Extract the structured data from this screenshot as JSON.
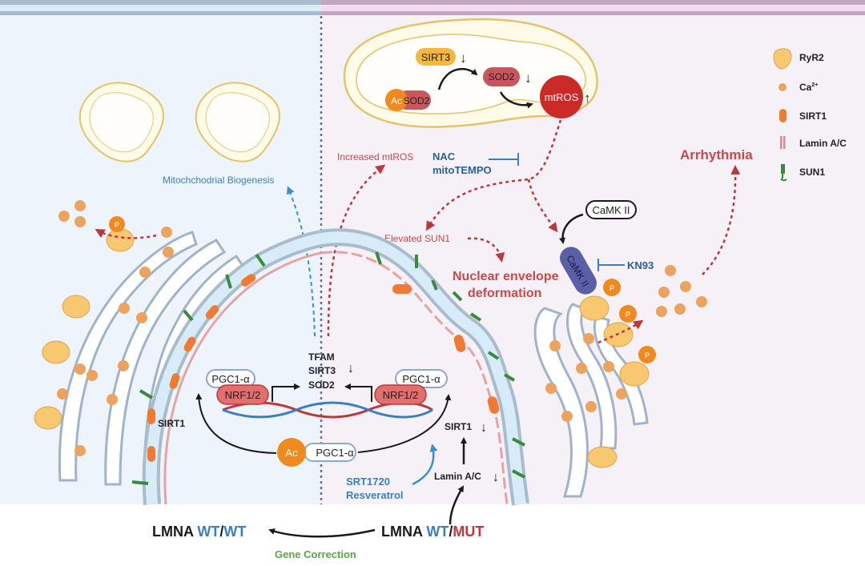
{
  "colors": {
    "wt_blue": "#3a7fc1",
    "mut_red": "#c0363a",
    "annotation_red": "#c94a4a",
    "inhibitor_blue": "#2a5f97",
    "gene_correction_green": "#5aa845",
    "left_panel_bg": "#eef4fb",
    "right_panel_bg": "#f6f0f7",
    "mito_fill": "#fffbe8",
    "mito_stroke": "#e3c46a",
    "calcium": "#eba35e",
    "sirt1": "#f07a32",
    "camk": "#5b5fa8"
  },
  "legend": {
    "items": [
      {
        "icon": "ryr2-icon",
        "label": "RyR2"
      },
      {
        "icon": "calcium-icon",
        "label": "Ca",
        "superscript": "2+"
      },
      {
        "icon": "sirt1-icon",
        "label": "SIRT1"
      },
      {
        "icon": "lamin-icon",
        "label": "Lamin A/C"
      },
      {
        "icon": "sun1-icon",
        "label": "SUN1"
      }
    ]
  },
  "mitochondrion": {
    "sirt3": "SIRT3",
    "sod2": "SOD2",
    "ac": "Ac",
    "ac_sod2": "SOD2",
    "mtros": "mtROS",
    "down_arrow": "↓",
    "up_arrow": "↑"
  },
  "labels": {
    "mito_biogenesis": "Mitochchodrial Biogenesis",
    "increased_mtros": "Increased mtROS",
    "nac": "NAC",
    "mitotempo": "mitoTEMPO",
    "elevated_sun1": "Elevated SUN1",
    "nuclear_envelope_1": "Nuclear envelope",
    "nuclear_envelope_2": "deformation",
    "camk_box": "CaMK II",
    "camk_pill": "CaMK II",
    "kn93": "KN93",
    "arrhythmia": "Arrhythmia",
    "phospho": "P",
    "sirt1_left": "SIRT1",
    "tfam": "TFAM",
    "sirt3": "SIRT3",
    "sod2": "SOD2",
    "pgc1a": "PGC1-α",
    "nrf12": "NRF1/2",
    "ac": "Ac",
    "sirt1_right": "SIRT1",
    "lamin_ac": "Lamin A/C",
    "down_arrow": "↓",
    "srt1720": "SRT1720",
    "resveratrol": "Resveratrol"
  },
  "bottom": {
    "wt_lmna": "LMNA ",
    "wt_allele1": "WT",
    "wt_slash": "/",
    "wt_allele2": "WT",
    "mut_lmna": "LMNA ",
    "mut_allele1": "WT",
    "mut_slash": "/",
    "mut_allele2": "MUT",
    "gene_correction": "Gene Correction"
  }
}
